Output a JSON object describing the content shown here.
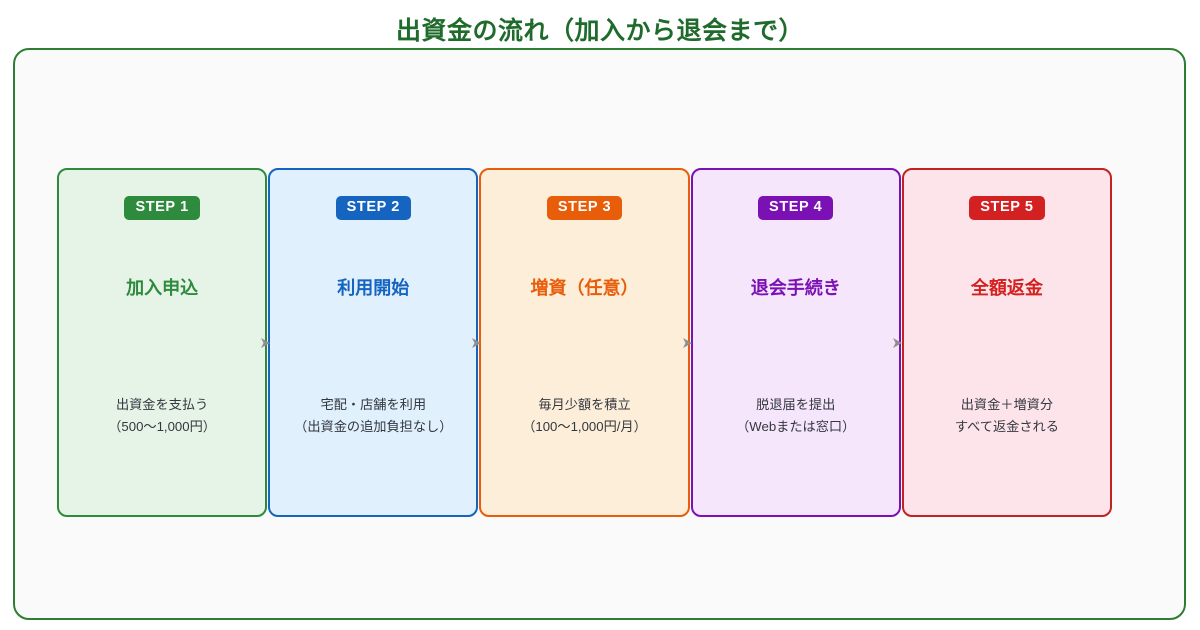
{
  "page": {
    "title": "出資金の流れ（加入から退会まで）",
    "frame_border_color": "#2e7d32",
    "frame_background": "#fafafa",
    "background": "#ffffff",
    "connector_icon": "chevron-right-arrow",
    "connector_color": "#8f8f8f"
  },
  "steps": [
    {
      "badge": "STEP 1",
      "title": "加入申込",
      "desc_line1": "出資金を支払う",
      "desc_line2": "（500〜1,000円）",
      "badge_color": "#2e8b3d",
      "border_color": "#2e8b3d",
      "fill_color": "#e6f4e8",
      "title_color": "#2e8b3d"
    },
    {
      "badge": "STEP 2",
      "title": "利用開始",
      "desc_line1": "宅配・店舗を利用",
      "desc_line2": "（出資金の追加負担なし）",
      "badge_color": "#1565c0",
      "border_color": "#1565c0",
      "fill_color": "#e0f0fd",
      "title_color": "#1565c0"
    },
    {
      "badge": "STEP 3",
      "title": "増資（任意）",
      "desc_line1": "毎月少額を積立",
      "desc_line2": "（100〜1,000円/月）",
      "badge_color": "#e85d0a",
      "border_color": "#e85d0a",
      "fill_color": "#fdeed9",
      "title_color": "#e85d0a"
    },
    {
      "badge": "STEP 4",
      "title": "退会手続き",
      "desc_line1": "脱退届を提出",
      "desc_line2": "（Webまたは窓口）",
      "badge_color": "#7b10b5",
      "border_color": "#7b10b5",
      "fill_color": "#f5e6fb",
      "title_color": "#7b10b5"
    },
    {
      "badge": "STEP 5",
      "title": "全額返金",
      "desc_line1": "出資金＋増資分",
      "desc_line2": "すべて返金される",
      "badge_color": "#d32020",
      "border_color": "#c22222",
      "fill_color": "#fde4ea",
      "title_color": "#d32020"
    }
  ]
}
